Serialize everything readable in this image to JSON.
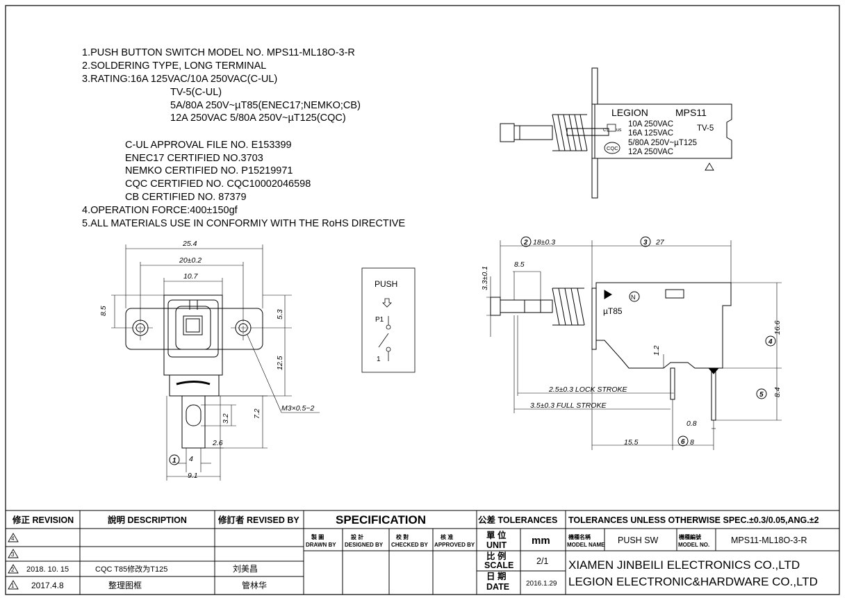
{
  "spec_lines": [
    "1.PUSH BUTTON SWITCH MODEL NO. MPS11-ML18O-3-R",
    "2.SOLDERING TYPE, LONG TERMINAL",
    "3.RATING:16A 125VAC/10A 250VAC(C-UL)",
    "TV-5(C-UL)",
    "5A/80A 250V~µT85(ENEC17;NEMKO;CB)",
    "12A 250VAC 5/80A 250V~µT125(CQC)",
    "C-UL APPROVAL FILE NO. E153399",
    "ENEC17 CERTIFIED NO.3703",
    "NEMKO CERTIFIED NO. P15219971",
    "CQC CERTIFIED NO. CQC10002046598",
    "CB CERTIFIED NO. 87379",
    "4.OPERATION FORCE:400±150gf",
    "5.ALL MATERIALS USE IN CONFORMIY  WITH THE RoHS DIRECTIVE"
  ],
  "label": {
    "brand": "LEGION",
    "model": "MPS11",
    "tv": "TV-5",
    "cus": "c",
    "us": "us",
    "cqc": "CQC",
    "r1": "10A 250VAC",
    "r2": "16A 125VAC",
    "r3": "5/80A 250V~µT125",
    "r4": "12A 250VAC"
  },
  "front_view": {
    "d_25_4": "25.4",
    "d_20": "20±0.2",
    "d_10_7": "10.7",
    "d_8_5": "8.5",
    "d_5_3": "5.3",
    "d_12_5": "12.5",
    "d_7_2": "7.2",
    "d_3_2": "3.2",
    "d_2_6": "2.6",
    "d_4": "4",
    "d_9_1": "9.1",
    "screw": "M3×0.5−2",
    "bubble1": "1"
  },
  "circuit": {
    "push": "PUSH",
    "p1": "P1",
    "one": "1"
  },
  "side_view": {
    "d_18": "18±0.3",
    "d_27": "27",
    "d_3_3": "3.3±0.1",
    "d_8_5": "8.5",
    "d_16_6": "16.6",
    "d_1_2": "1.2",
    "d_8_4": "8.4",
    "lock": "2.5±0.3 LOCK STROKE",
    "full": "3.5±0.3 FULL STROKE",
    "d_0_8": "0.8",
    "d_15_5": "15.5",
    "d_8": "8",
    "ut85": "µT85",
    "n_mark": "N",
    "b2": "2",
    "b3": "3",
    "b4": "4",
    "b5": "5",
    "b6": "6"
  },
  "title_block": {
    "revision": "修正 REVISION",
    "description": "說明 DESCRIPTION",
    "revised_by": "修訂者 REVISED BY",
    "specification": "SPECIFICATION",
    "tolerances": "公差 TOLERANCES",
    "tol_note": "TOLERANCES UNLESS OTHERWISE SPEC.±0.3/0.05,ANG.±2",
    "drawn_cn": "製   圖",
    "drawn": "DRAWN BY",
    "designed_cn": "設   計",
    "designed": "DESIGNED BY",
    "checked_cn": "校   對",
    "checked": "CHECKED BY",
    "approved_cn": "核   准",
    "approved": "APPROVED BY",
    "unit_cn": "單 位",
    "unit": "UNIT",
    "unit_val": "mm",
    "scale_cn": "比 例",
    "scale": "SCALE",
    "scale_val": "2/1",
    "date_cn": "日 期",
    "date": "DATE",
    "date_val": "2016.1.29",
    "model_name_cn": "機種名稱",
    "model_name": "MODEL NAME",
    "model_name_val": "PUSH SW",
    "model_no_cn": "機種編號",
    "model_no": "MODEL NO.",
    "model_no_val": "MPS11-ML18O-3-R",
    "company1": "XIAMEN JINBEILI ELECTRONICS CO.,LTD",
    "company2": "LEGION ELECTRONIC&HARDWARE CO.,LTD",
    "rev_rows": [
      {
        "mark": "4",
        "date": "",
        "desc": "",
        "by": ""
      },
      {
        "mark": "3",
        "date": "",
        "desc": "",
        "by": ""
      },
      {
        "mark": "2",
        "date": "2018. 10. 15",
        "desc": "CQC T85修改为T125",
        "by": "刘美昌"
      },
      {
        "mark": "1",
        "date": "2017.4.8",
        "desc": "整理图框",
        "by": "管林华"
      }
    ]
  }
}
